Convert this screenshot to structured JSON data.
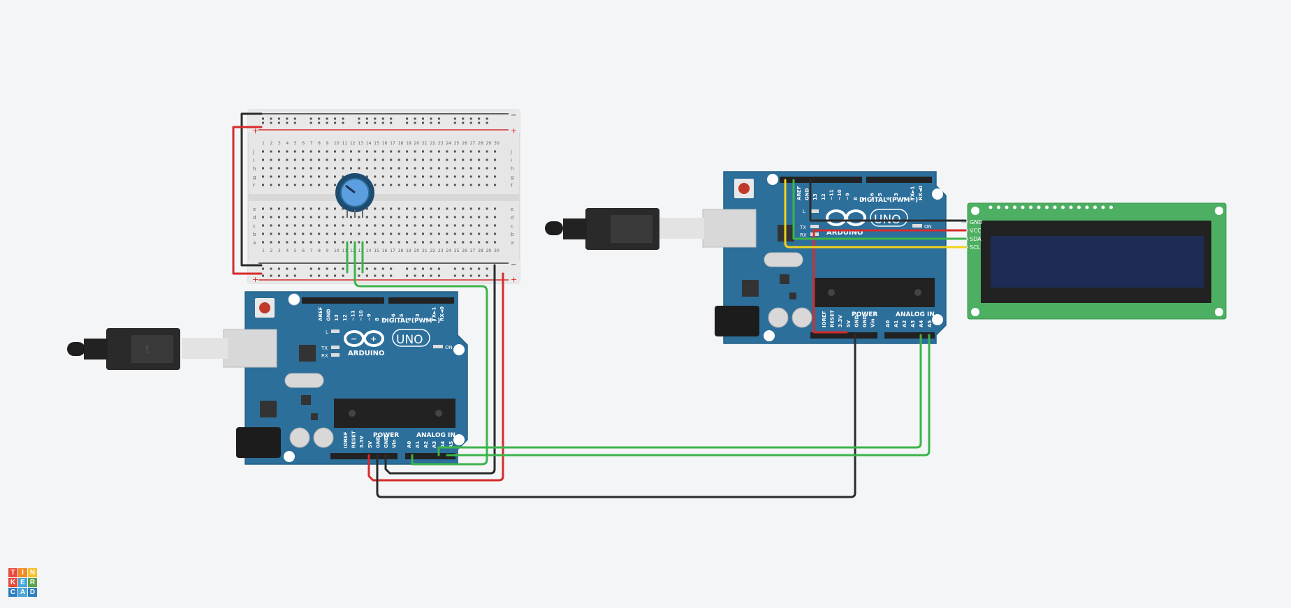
{
  "app": {
    "logo_letters": [
      "T",
      "I",
      "N",
      "K",
      "E",
      "R",
      "C",
      "A",
      "D"
    ],
    "logo_colors": [
      "#e84a3b",
      "#f38b25",
      "#f5c12e",
      "#e84a3b",
      "#48a7d8",
      "#5aa34b",
      "#2f7fbf",
      "#48a7d8",
      "#2f7fbf"
    ]
  },
  "colors": {
    "board": "#2c6f9b",
    "board_edge": "#1f5f88",
    "wire_green": "#3cb44a",
    "wire_red": "#d62b2b",
    "wire_black": "#2b2b2b",
    "wire_yellow": "#f2d21b",
    "lcd_pcb": "#4caf61",
    "lcd_screen": "#1d2b55",
    "breadboard": "#e4e4e4",
    "pot": "#4a8fd6"
  },
  "breadboard": {
    "column_numbers": [
      "1",
      "2",
      "3",
      "4",
      "5",
      "6",
      "7",
      "8",
      "9",
      "10",
      "11",
      "12",
      "13",
      "14",
      "15",
      "16",
      "17",
      "18",
      "19",
      "20",
      "21",
      "22",
      "23",
      "24",
      "25",
      "26",
      "27",
      "28",
      "29",
      "30"
    ],
    "rows_top": [
      "j",
      "i",
      "h",
      "g",
      "f"
    ],
    "rows_bottom": [
      "e",
      "d",
      "c",
      "b",
      "a"
    ],
    "rail_plus": "+",
    "rail_minus": "−"
  },
  "arduino_left": {
    "brand": "ARDUINO",
    "model": "UNO",
    "on_label": "ON",
    "digital_label": "DIGITAL (PWM~)",
    "power_label": "POWER",
    "analog_label": "ANALOG IN",
    "l_label": "L",
    "tx_label": "TX",
    "rx_label": "RX",
    "digital_pins": [
      "AREF",
      "GND",
      "13",
      "12",
      "~11",
      "~10",
      "~9",
      "8",
      "7",
      "~6",
      "~5",
      "4",
      "~3",
      "2",
      "TX►1",
      "RX◄0"
    ],
    "power_pins": [
      "IOREF",
      "RESET",
      "3.3V",
      "5V",
      "GND",
      "GND",
      "Vin"
    ],
    "analog_pins": [
      "A0",
      "A1",
      "A2",
      "A3",
      "A4",
      "A5"
    ]
  },
  "arduino_right": {
    "brand": "ARDUINO",
    "model": "UNO",
    "on_label": "ON",
    "digital_label": "DIGITAL (PWM~)",
    "power_label": "POWER",
    "analog_label": "ANALOG IN",
    "l_label": "L",
    "tx_label": "TX",
    "rx_label": "RX",
    "digital_pins": [
      "AREF",
      "GND",
      "13",
      "12",
      "~11",
      "~10",
      "~9",
      "8",
      "7",
      "~6",
      "~5",
      "4",
      "~3",
      "2",
      "TX►1",
      "RX◄0"
    ],
    "power_pins": [
      "IOREF",
      "RESET",
      "3.3V",
      "5V",
      "GND",
      "GND",
      "Vin"
    ],
    "analog_pins": [
      "A0",
      "A1",
      "A2",
      "A3",
      "A4",
      "A5"
    ]
  },
  "lcd": {
    "pins": [
      "GND",
      "VCC",
      "SDA",
      "SCL"
    ]
  }
}
